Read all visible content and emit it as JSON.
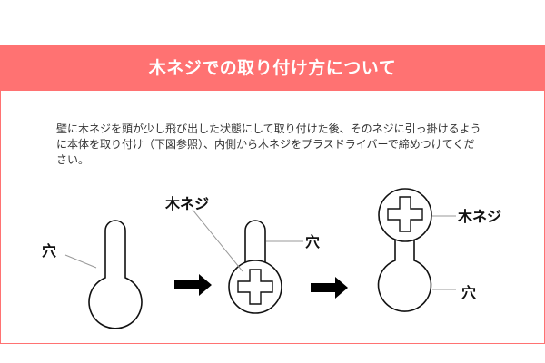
{
  "header": {
    "title": "木ネジでの取り付け方について"
  },
  "description": {
    "lines": [
      "壁に木ネジを頭が少し飛び出した状態にして取り付けた後、そのネジに引っ掛けるよう",
      "に本体を取り付け（下図参照）、内側から木ネジをプラスドライバーで締めつけてくだ",
      "さい。"
    ]
  },
  "diagram": {
    "step1": {
      "label_hole": "穴"
    },
    "step2": {
      "label_screw": "木ネジ",
      "label_hole": "穴"
    },
    "step3": {
      "label_screw": "木ネジ",
      "label_hole": "穴"
    },
    "arrows": [
      "arrow-right",
      "arrow-right"
    ]
  },
  "colors": {
    "accent": "#ff7272",
    "text": "#333333",
    "line": "#111111",
    "leader": "#999999"
  }
}
